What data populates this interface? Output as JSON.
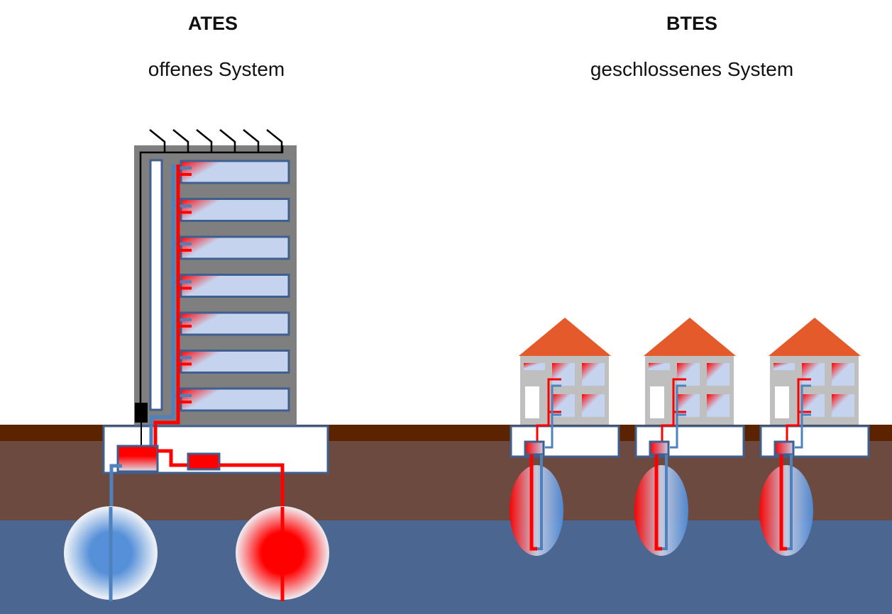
{
  "left": {
    "title": "ATES",
    "subtitle": "offenes System"
  },
  "right": {
    "title": "BTES",
    "subtitle": "geschlossenes System"
  },
  "colors": {
    "hot": "#ff0000",
    "cold": "#4f81bd",
    "building": "#7f7f7f",
    "house": "#bfbfbf",
    "roof": "#e55a2b",
    "window": "#c5d3ee",
    "frame": "#3f5f8f",
    "topsoil": "#5c2300",
    "soil": "#6d4a40",
    "aquifer": "#4b6690"
  },
  "houses": [
    {
      "label": "house-1"
    },
    {
      "label": "house-2"
    },
    {
      "label": "house-3"
    }
  ]
}
